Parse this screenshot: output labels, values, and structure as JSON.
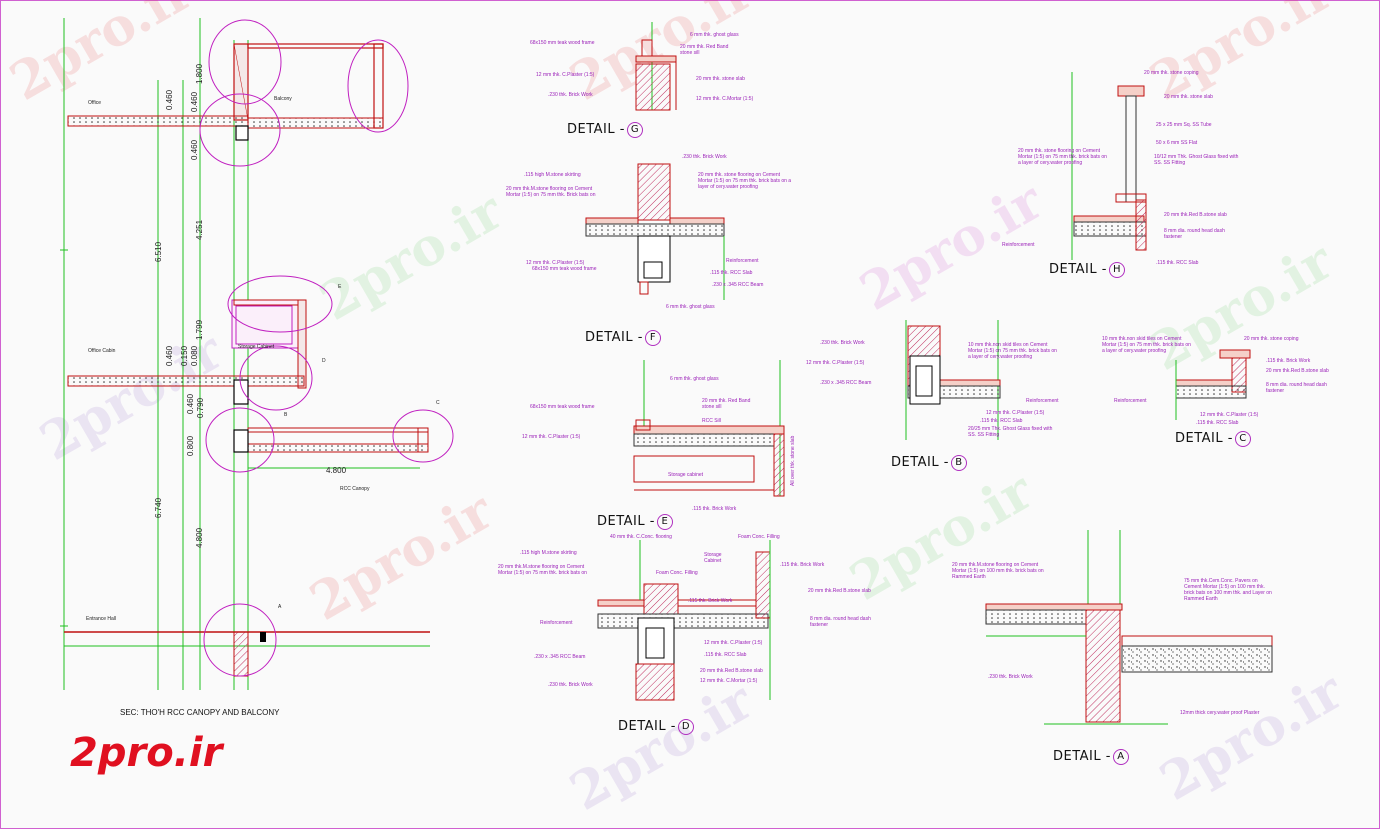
{
  "brand": "2pro.ir",
  "watermark": "2pro.ir",
  "section": {
    "title": "SEC: THO'H RCC CANOPY AND BALCONY",
    "room_labels": {
      "office": "Office",
      "balcony": "Balcony",
      "office_cabin": "Office Cabin",
      "storage_cabinet": "Storage Cabinet",
      "rcc_canopy": "RCC Canopy",
      "entrance_hall": "Entrance Hall"
    },
    "dims": {
      "d1800": "1.800",
      "d0460a": "0.460",
      "d0460b": "0.460",
      "d0460c": "0.460",
      "d4251": "4.251",
      "d6510": "6.510",
      "d1799": "1.799",
      "d0460d": "0.460",
      "d0150": "0.150",
      "d0080": "0.080",
      "d0460e": "0.460",
      "d0790": "0.790",
      "d0800": "0.800",
      "d4800h": "4.800",
      "d6740": "6.740",
      "d4800v": "4.800"
    },
    "callouts": {
      "e": "E",
      "d": "D",
      "b": "B",
      "c": "C",
      "a": "A"
    }
  },
  "details": {
    "g": {
      "title": "DETAIL -",
      "letter": "G",
      "notes": [
        "6 mm thk. ghost glass",
        "68x150 mm teak wood frame",
        "20 mm thk. Red Band stone sill",
        "12 mm thk. C.Plaster (1:5)",
        "20 mm thk. stone slab",
        ".230 thk. Brick Work",
        "12 mm thk. C.Mortar (1:5)"
      ]
    },
    "f": {
      "title": "DETAIL -",
      "letter": "F",
      "notes": [
        ".230 thk. Brick Work",
        ".115 high M.stone skirting",
        "20 mm thk. stone flooring on Cement Mortar (1:5) on 75 mm thk. brick bats on a layer of cery.water proofing",
        "20 mm thk.M.stone flooring on Cement Mortar (1:5) on 75 mm thk. Brick bats on",
        "Reinforcement",
        "12 mm thk. C.Plaster (1:5)",
        "68x150 mm teak wood frame",
        ".115 thk. RCC Slab",
        ".230 x .345 RCC Beam",
        "6 mm thk. ghost glass"
      ]
    },
    "e": {
      "title": "DETAIL -",
      "letter": "E",
      "notes": [
        "6 mm thk. ghost glass",
        "68x150 mm teak wood frame",
        "20 mm thk. Red Band stone sill",
        "RCC Sill",
        "12 mm thk. C.Plaster (1:5)",
        "Storage cabinet",
        ".115 thk. Brick Work",
        "All over thk. stone slab"
      ]
    },
    "h": {
      "title": "DETAIL -",
      "letter": "H",
      "notes": [
        "20 mm thk. stone coping",
        "20 mm thk. stone slab",
        "25 x 25 mm Sq. SS Tube",
        "50 x 6 mm SS Flat",
        "20 mm thk. stone flooring on Cement Mortar (1:5) on 75 mm thk. brick bats on a layer of cery.water proofing",
        "10/12 mm Thk. Ghost Glass fixed with SS. SS Fitting",
        "20 mm thk.Red B.stone slab",
        "Reinforcement",
        "8 mm dia. round head dash fastener",
        ".115 thk. RCC Slab"
      ]
    },
    "b": {
      "title": "DETAIL -",
      "letter": "B",
      "notes": [
        ".230 thk. Brick Work",
        "12 mm thk. C.Plaster (1:5)",
        "10 mm thk.non skid tiles on Cement Mortar (1:5) on 75 mm thk. brick bats on a layer of cery.water proofing",
        ".230 x .345 RCC Beam",
        "Reinforcement",
        "12 mm thk. C.Plaster (1:5)",
        ".115 thk. RCC Slab",
        "20/25 mm Thk. Ghost Glass fixed with SS. SS Fitting"
      ]
    },
    "c": {
      "title": "DETAIL -",
      "letter": "C",
      "notes": [
        "10 mm thk.non skid tiles on Cement Mortar (1:5) on 75 mm thk. brick bats on a layer of cery.water proofing",
        "20 mm thk. stone coping",
        ".115 thk. Brick Work",
        "20 mm thk.Red B.stone slab",
        "8 mm dia. round head dash fastener",
        "Reinforcement",
        "12 mm thk. C.Plaster (1:5)",
        ".115 thk. RCC Slab"
      ]
    },
    "d": {
      "title": "DETAIL -",
      "letter": "D",
      "notes": [
        "40 mm thk. C.Conc. flooring",
        "Foam Conc. Filling",
        ".115 high M.stone skirting",
        "20 mm thk.M.stone flooring on Cement Mortar (1:5) on 75 mm thk. brick bats on",
        "Storage Cabinet",
        "Foam Conc. Filling",
        ".115 thk. Brick Work",
        ".115 thk. Brick Work",
        "20 mm thk.Red B.stone slab",
        "Reinforcement",
        "8 mm dia. round head dash fastener",
        "12 mm thk. C.Plaster (1:5)",
        ".230 x .345 RCC Beam",
        ".115 thk. RCC Slab",
        "20 mm thk.Red B.stone slab",
        ".230 thk. Brick Work",
        "12 mm thk. C.Mortar (1:5)"
      ]
    },
    "a": {
      "title": "DETAIL -",
      "letter": "A",
      "notes": [
        "20 mm thk.M.stone flooring on Cement Mortar (1:5) on 100 mm thk. brick bats on Rammed Earth",
        "75 mm thk.Cem.Conc. Pavers on Cement Mortar (1:5) on 100 mm thk. brick bats on 100 mm thk. and Layer on Rammed Earth",
        ".230 thk. Brick Work",
        "12mm thick cery.water proof Plaster"
      ]
    }
  }
}
